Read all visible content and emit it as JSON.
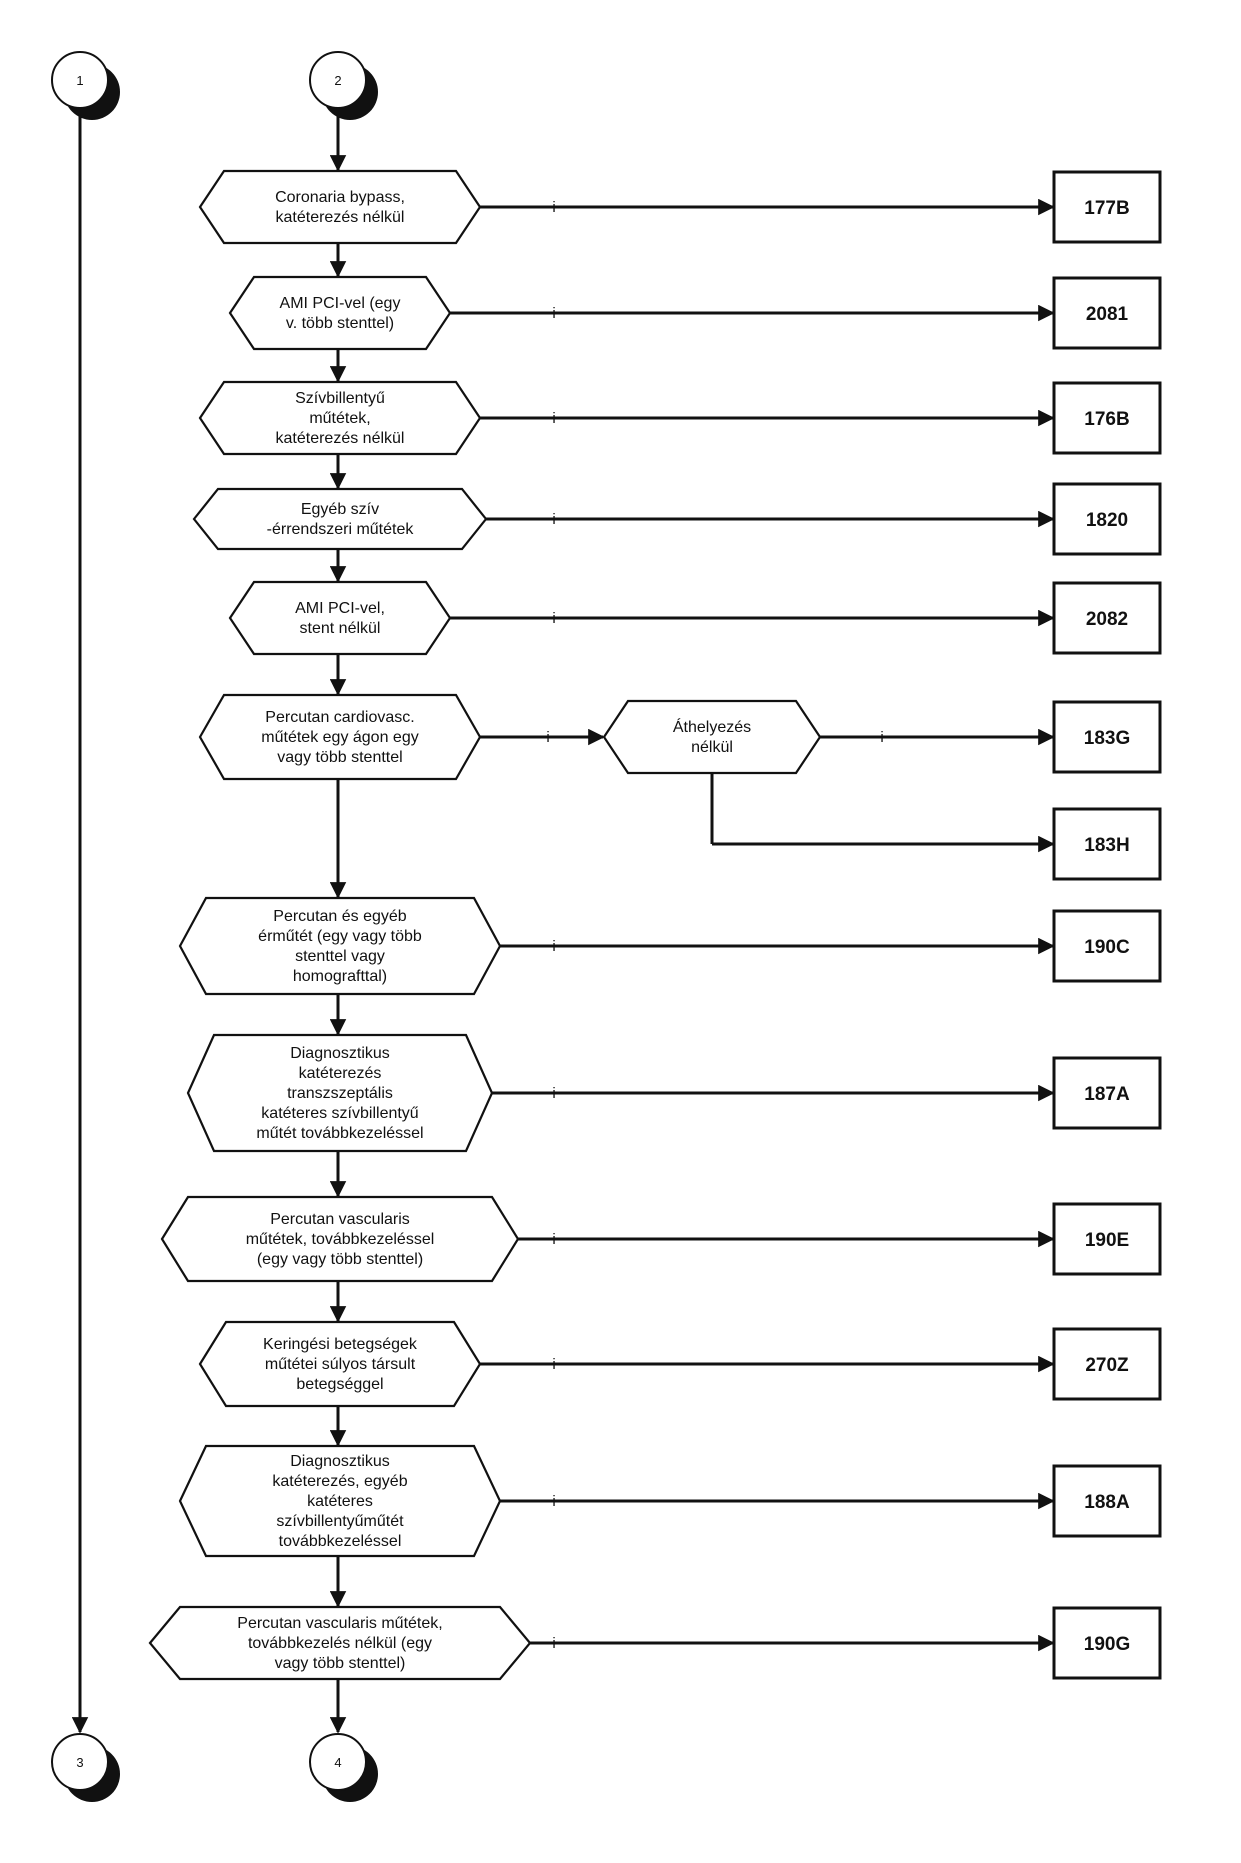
{
  "connectors": [
    {
      "id": "c1",
      "label": "1"
    },
    {
      "id": "c2",
      "label": "2"
    },
    {
      "id": "c3",
      "label": "3"
    },
    {
      "id": "c4",
      "label": "4"
    }
  ],
  "decisions": [
    {
      "id": "d1",
      "lines": [
        "Coronaria bypass,",
        "katéterezés nélkül"
      ]
    },
    {
      "id": "d2",
      "lines": [
        "AMI PCI-vel (egy",
        "v. több stenttel)"
      ]
    },
    {
      "id": "d3",
      "lines": [
        "Szívbillentyű",
        "műtétek,",
        "katéterezés nélkül"
      ]
    },
    {
      "id": "d4",
      "lines": [
        "Egyéb szív",
        "-érrendszeri műtétek"
      ]
    },
    {
      "id": "d5",
      "lines": [
        "AMI PCI-vel,",
        "stent nélkül"
      ]
    },
    {
      "id": "d6",
      "lines": [
        "Percutan cardiovasc.",
        "műtétek egy ágon egy",
        "vagy több stenttel"
      ]
    },
    {
      "id": "d6b",
      "lines": [
        "Áthelyezés",
        "nélkül"
      ]
    },
    {
      "id": "d7",
      "lines": [
        "Percutan és egyéb",
        "érműtét (egy vagy több",
        "stenttel vagy",
        "homografttal)"
      ]
    },
    {
      "id": "d8",
      "lines": [
        "Diagnosztikus",
        "katéterezés",
        "transzszeptális",
        "katéteres szívbillentyű",
        "műtét továbbkezeléssel"
      ]
    },
    {
      "id": "d9",
      "lines": [
        "Percutan vascularis",
        "műtétek, továbbkezeléssel",
        "(egy vagy több stenttel)"
      ]
    },
    {
      "id": "d10",
      "lines": [
        "Keringési betegségek",
        "műtétei súlyos társult",
        "betegséggel"
      ]
    },
    {
      "id": "d11",
      "lines": [
        "Diagnosztikus",
        "katéterezés, egyéb",
        "katéteres",
        "szívbillentyűműtét",
        "továbbkezeléssel"
      ]
    },
    {
      "id": "d12",
      "lines": [
        "Percutan vascularis műtétek,",
        "továbbkezelés nélkül (egy",
        "vagy több stenttel)"
      ]
    }
  ],
  "results": [
    {
      "id": "r1",
      "code": "177B"
    },
    {
      "id": "r2",
      "code": "2081"
    },
    {
      "id": "r3",
      "code": "176B"
    },
    {
      "id": "r4",
      "code": "1820"
    },
    {
      "id": "r5",
      "code": "2082"
    },
    {
      "id": "r6",
      "code": "183G"
    },
    {
      "id": "r6b",
      "code": "183H"
    },
    {
      "id": "r7",
      "code": "190C"
    },
    {
      "id": "r8",
      "code": "187A"
    },
    {
      "id": "r9",
      "code": "190E"
    },
    {
      "id": "r10",
      "code": "270Z"
    },
    {
      "id": "r11",
      "code": "188A"
    },
    {
      "id": "r12",
      "code": "190G"
    }
  ],
  "edge_label": "i"
}
